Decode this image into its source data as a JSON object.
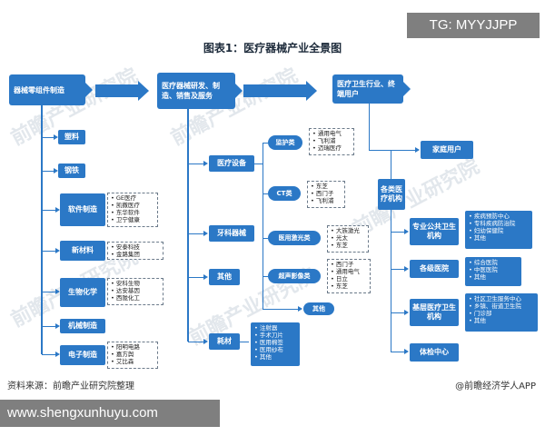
{
  "title": "图表1：医疗器械产业全景图",
  "tg_watermark": "TG: MYYJJPP",
  "site_watermark": "www.shengxunhuyu.com",
  "source": "资料来源：前瞻产业研究院整理",
  "brand": "@前瞻经济学人APP",
  "bg_watermark": "前瞻产业研究院",
  "upstream": {
    "header": "器械零组件制造",
    "items": [
      {
        "label": "塑料"
      },
      {
        "label": "钢铁"
      },
      {
        "label": "软件制造",
        "list": [
          "GE医疗",
          "凯撒医疗",
          "东华软件",
          "卫宁健康"
        ]
      },
      {
        "label": "新材料",
        "list": [
          "安泰科技",
          "金路集团"
        ]
      },
      {
        "label": "生物化学",
        "list": [
          "安科生物",
          "达安基因",
          "西陇化工"
        ]
      },
      {
        "label": "机械制造"
      },
      {
        "label": "电子制造",
        "list": [
          "阳明电路",
          "嘉方舆",
          "艾比森"
        ]
      }
    ]
  },
  "midstream": {
    "header": "医疗器械研发、制造、销售及服务",
    "device": {
      "label": "医疗设备",
      "subs": [
        {
          "label": "监护类",
          "list": [
            "通用电气",
            "飞利浦",
            "迈瑞医疗"
          ]
        },
        {
          "label": "CT类",
          "list": [
            "东芝",
            "西门子",
            "飞利浦"
          ]
        },
        {
          "label": "医用激光类",
          "list": [
            "大族激光",
            "光太",
            "东芝"
          ]
        },
        {
          "label": "超声影像类",
          "list": [
            "西门子",
            "通用电气",
            "日立",
            "东芝"
          ]
        },
        {
          "label": "其他"
        }
      ]
    },
    "dental": "牙科器械",
    "other": "其他",
    "consumables": {
      "label": "耗材",
      "list": [
        "注射器",
        "手术刀片",
        "医用棉签",
        "医用纱布",
        "其他"
      ]
    }
  },
  "downstream": {
    "header": "医疗卫生行业、终端用户",
    "home": "家庭用户",
    "institutions": "各类医疗机构",
    "types": [
      {
        "label": "专业公共卫生机构",
        "list": [
          "疾病预防中心",
          "专科疾病防治院",
          "妇幼保健院",
          "其他"
        ]
      },
      {
        "label": "各级医院",
        "list": [
          "综合医院",
          "中医医院",
          "其他"
        ]
      },
      {
        "label": "基层医疗卫生机构",
        "list": [
          "社区卫生服务中心",
          "乡镇、街道卫生院",
          "门诊部",
          "其他"
        ]
      },
      {
        "label": "体检中心"
      }
    ]
  }
}
